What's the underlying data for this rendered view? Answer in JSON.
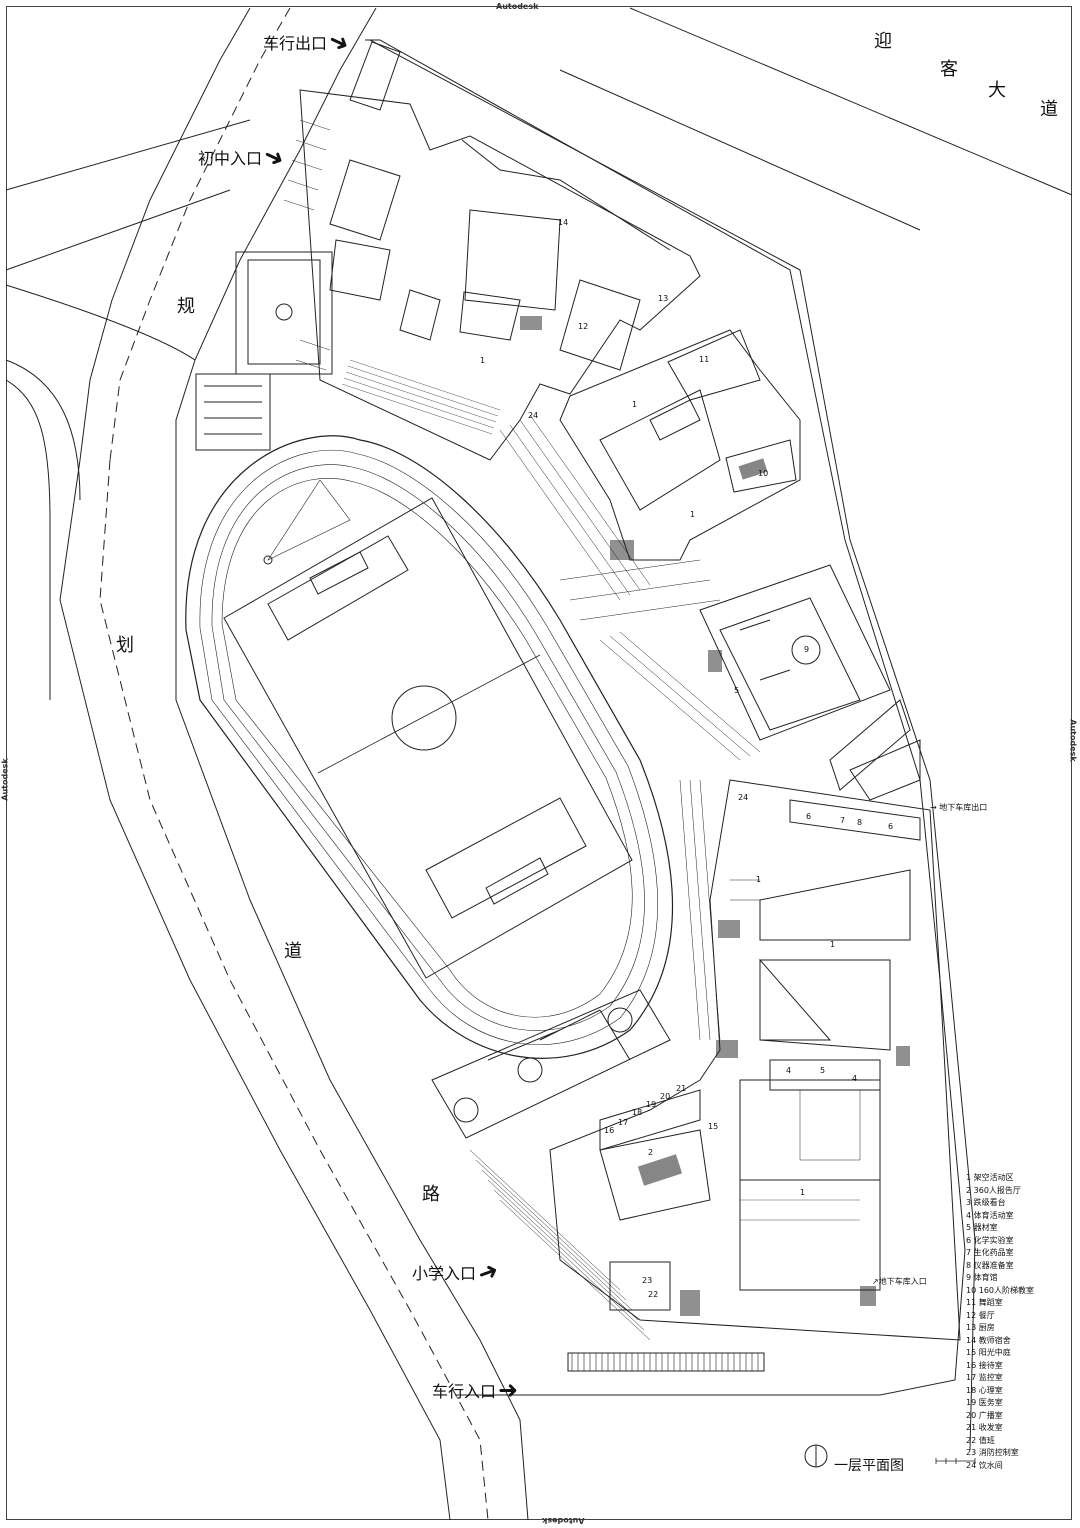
{
  "watermarks": {
    "top": "Autodesk",
    "left": "Autodesk",
    "right": "Autodesk",
    "bottom": "Autodesk"
  },
  "roads": {
    "east_road_chars": [
      "迎",
      "客",
      "大",
      "道"
    ],
    "west_road_chars": [
      "规",
      "划",
      "道",
      "路"
    ]
  },
  "entrances": {
    "vehicle_exit": "车行出口",
    "middle_school_entrance": "初中入口",
    "primary_school_entrance": "小学入口",
    "vehicle_entrance": "车行入口"
  },
  "garage": {
    "exit": "地下车库出口",
    "entrance": "地下车库入口"
  },
  "legend": [
    "1 架空活动区",
    "2 360人报告厅",
    "3 跌级看台",
    "4 体育活动室",
    "5 器材室",
    "6 化学实验室",
    "7 生化药品室",
    "8 仪器准备室",
    "9 体育馆",
    "10 160人阶梯教室",
    "11 舞蹈室",
    "12 餐厅",
    "13 厨房",
    "14 教师宿舍",
    "15 阳光中庭",
    "16 接待室",
    "17 监控室",
    "18 心理室",
    "19 医务室",
    "20 广播室",
    "21 收发室",
    "22 值班",
    "23 消防控制室",
    "24 饮水间"
  ],
  "title": "一层平面图",
  "room_numbers": [
    "14",
    "13",
    "12",
    "1",
    "11",
    "1",
    "10",
    "1",
    "24",
    "9",
    "5",
    "24",
    "6",
    "7",
    "8",
    "6",
    "1",
    "1",
    "4",
    "5",
    "4",
    "1",
    "15",
    "21",
    "20",
    "19",
    "18",
    "17",
    "16",
    "2",
    "23",
    "22"
  ],
  "colors": {
    "line": "#222222",
    "background": "#ffffff"
  }
}
